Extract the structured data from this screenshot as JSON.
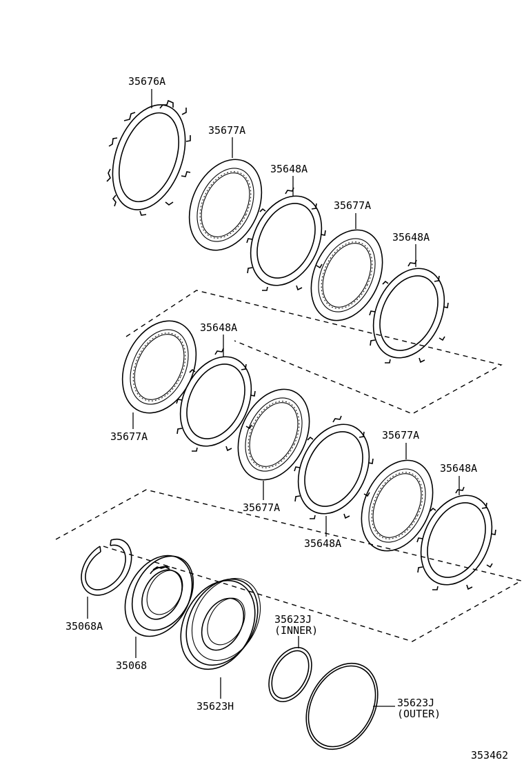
{
  "diagram": {
    "figure_number": "353462",
    "labels": {
      "p_35676A": "35676A",
      "p_35677A_1": "35677A",
      "p_35648A_1": "35648A",
      "p_35677A_2": "35677A",
      "p_35648A_2": "35648A",
      "p_35648A_3": "35648A",
      "p_35677A_3": "35677A",
      "p_35677A_4": "35677A",
      "p_35648A_4": "35648A",
      "p_35677A_5": "35677A",
      "p_35648A_5": "35648A",
      "p_35068A": "35068A",
      "p_35068": "35068",
      "p_35623H": "35623H",
      "p_35623J_inner": "35623J",
      "p_35623J_inner_note": "(INNER)",
      "p_35623J_outer": "35623J",
      "p_35623J_outer_note": "(OUTER)"
    }
  }
}
